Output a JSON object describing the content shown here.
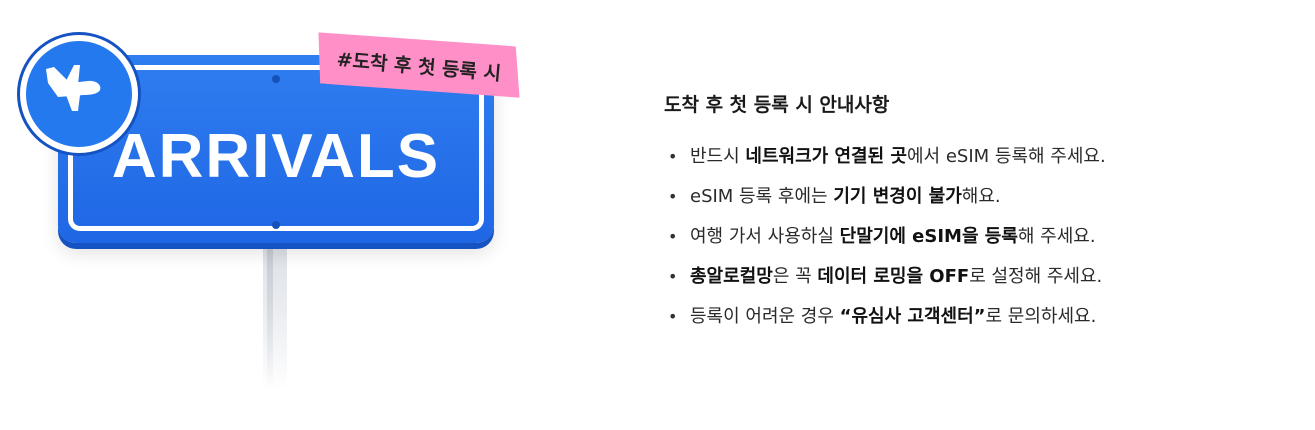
{
  "sign": {
    "tag_text": "#도착 후 첫 등록 시",
    "sign_text": "ARRIVALS",
    "icon": "airplane-landing-icon",
    "colors": {
      "sign_blue": "#1f66e5",
      "tag_pink": "#ff8fc7"
    }
  },
  "info": {
    "title": "도착 후 첫 등록 시 안내사항",
    "items": [
      {
        "pre": "반드시 ",
        "bold": "네트워크가 연결된 곳",
        "post": "에서 eSIM 등록해 주세요."
      },
      {
        "pre": "eSIM 등록 후에는 ",
        "bold": "기기 변경이 불가",
        "post": "해요."
      },
      {
        "pre": "여행 가서 사용하실 ",
        "bold": "단말기에 eSIM을 등록",
        "post": "해 주세요."
      },
      {
        "pre": "",
        "bold": "총알로컬망",
        "post": "은 꼭 ",
        "bold2": "데이터 로밍을 OFF",
        "post2": "로 설정해 주세요."
      },
      {
        "pre": "등록이 어려운 경우 ",
        "bold": "“유심사 고객센터”",
        "post": "로 문의하세요."
      }
    ]
  }
}
